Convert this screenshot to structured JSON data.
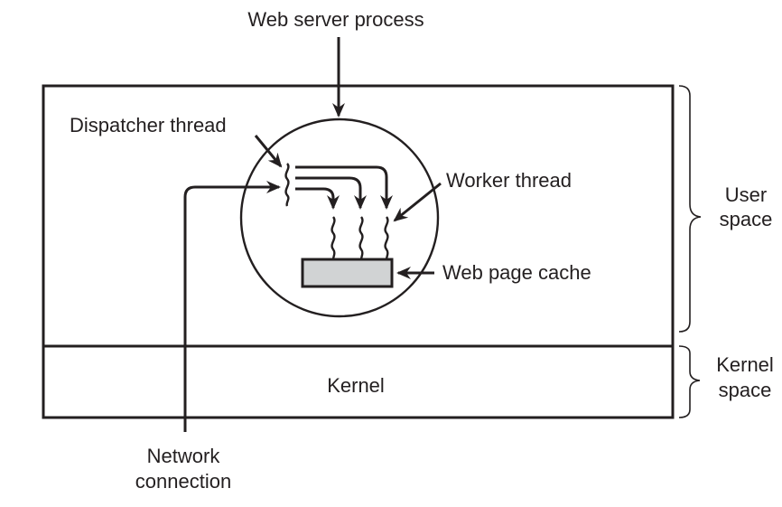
{
  "diagram": {
    "title_label": "Web server process",
    "labels": {
      "dispatcher_thread": "Dispatcher thread",
      "worker_thread": "Worker thread",
      "web_page_cache": "Web page cache",
      "kernel": "Kernel",
      "network_connection_line1": "Network",
      "network_connection_line2": "connection",
      "user_space_line1": "User",
      "user_space_line2": "space",
      "kernel_space_line1": "Kernel",
      "kernel_space_line2": "space"
    },
    "worker_thread_count": 3,
    "colors": {
      "ink": "#231f20",
      "cache_fill": "#d1d3d4",
      "background": "#ffffff"
    }
  }
}
